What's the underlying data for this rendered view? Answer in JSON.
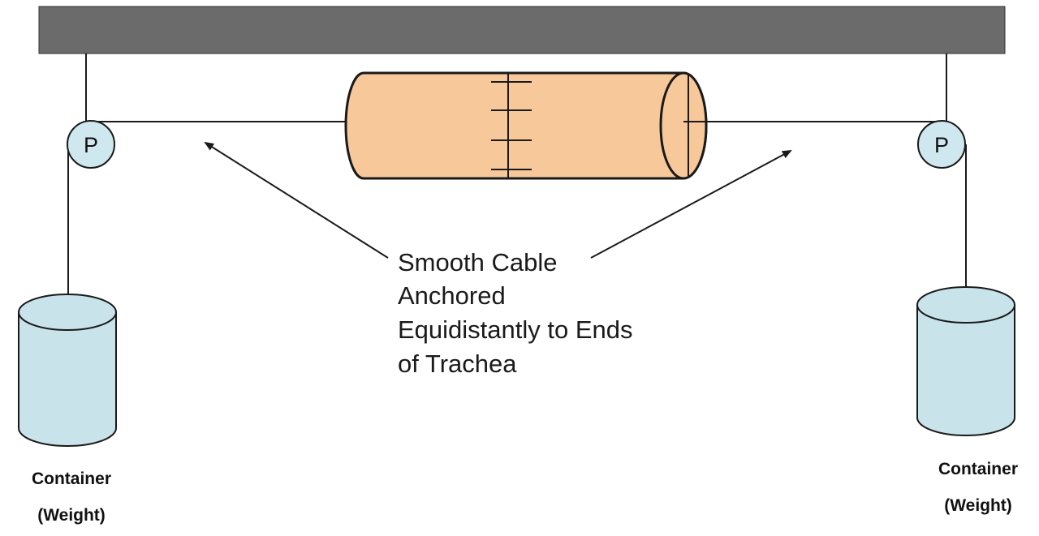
{
  "pulley_left_label": "P",
  "pulley_right_label": "P",
  "callout": {
    "line1": "Smooth Cable",
    "line2": "Anchored",
    "line3": "Equidistantly to Ends",
    "line4": "of Trachea"
  },
  "container_left": {
    "line1": "Container",
    "line2": "(Weight)"
  },
  "container_right": {
    "line1": "Container",
    "line2": "(Weight)"
  },
  "colors": {
    "beam": "#6b6b6b",
    "trachea": "#f7c89a",
    "pulley": "#cfe7ee",
    "container": "#c8e3ea",
    "line": "#1a1a1a"
  }
}
